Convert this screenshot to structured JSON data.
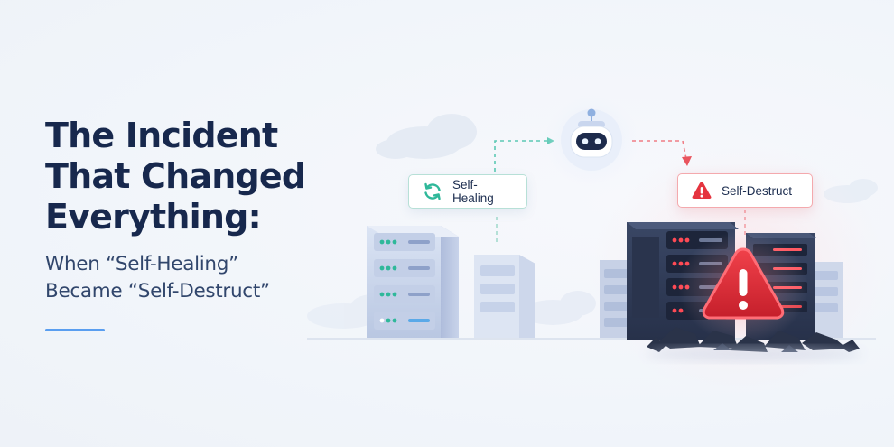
{
  "headline": {
    "line1": "The Incident",
    "line2": "That Changed",
    "line3": "Everything:"
  },
  "subheadline": {
    "line1": "When “Self-Healing”",
    "line2": "Became “Self-Destruct”"
  },
  "badges": {
    "self_healing": {
      "label": "Self-Healing",
      "icon": "refresh-icon"
    },
    "self_destruct": {
      "label": "Self-Destruct",
      "icon": "warning-icon"
    }
  },
  "colors": {
    "headline": "#17284d",
    "subheadline": "#31466c",
    "accent_line": "#5a9ef0",
    "healing_green": "#2fb89a",
    "destruct_red": "#e5343f",
    "server_blue": "#9fb0d3",
    "server_dark": "#2c3752"
  }
}
